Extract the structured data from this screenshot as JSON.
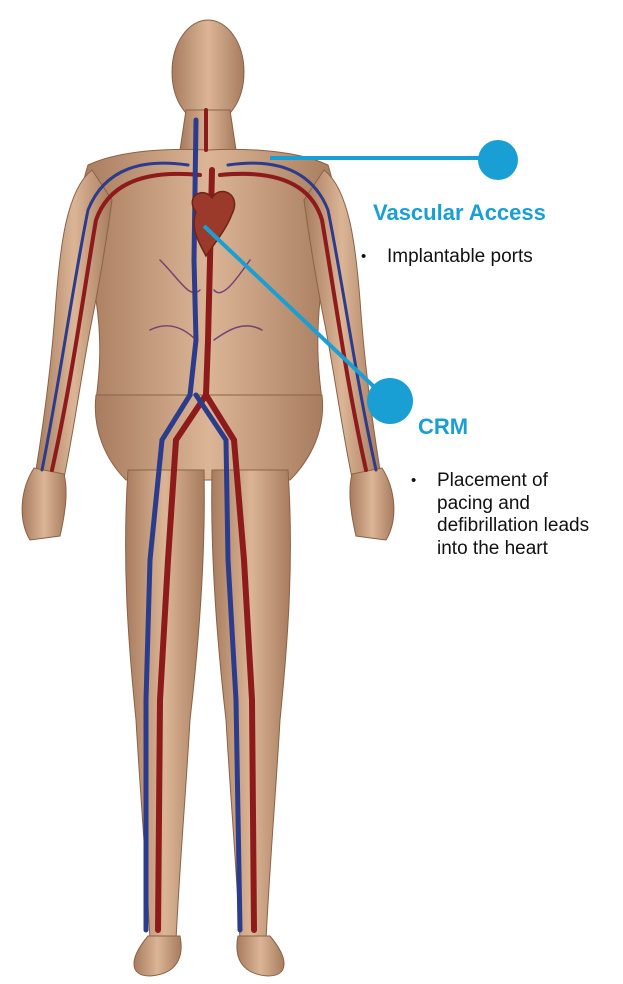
{
  "colors": {
    "accent": "#1a9fd4",
    "text": "#111111",
    "skin": "#c9a07f"
  },
  "figure": {
    "icon": "human-circulatory-system-illustration"
  },
  "callouts": {
    "vascular_access": {
      "title": "Vascular Access",
      "bullets": [
        "Implantable ports"
      ]
    },
    "crm": {
      "title": "CRM",
      "bullets": [
        "Placement of pacing and defibrillation leads into the heart"
      ]
    }
  }
}
